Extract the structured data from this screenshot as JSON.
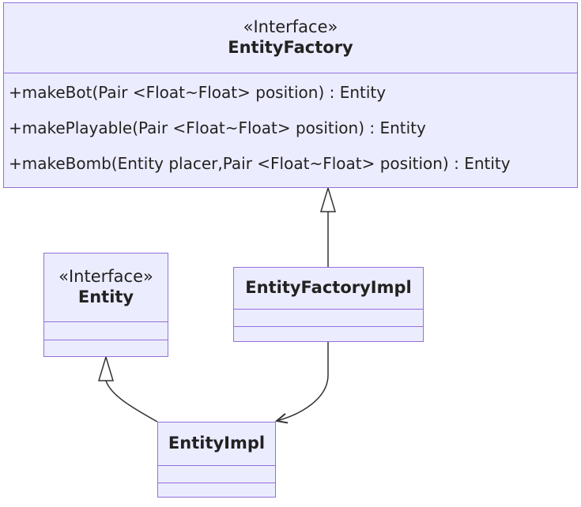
{
  "classes": {
    "entity_factory": {
      "stereotype": "«Interface»",
      "name": "EntityFactory",
      "methods": [
        "+makeBot(Pair <Float~Float> position) : Entity",
        "+makePlayable(Pair <Float~Float> position) : Entity",
        "+makeBomb(Entity placer,Pair <Float~Float> position) : Entity"
      ]
    },
    "entity": {
      "stereotype": "«Interface»",
      "name": "Entity"
    },
    "entity_factory_impl": {
      "name": "EntityFactoryImpl"
    },
    "entity_impl": {
      "name": "EntityImpl"
    }
  },
  "relations": [
    {
      "type": "realization",
      "from": "EntityFactoryImpl",
      "to": "EntityFactory"
    },
    {
      "type": "realization",
      "from": "EntityImpl",
      "to": "Entity"
    },
    {
      "type": "dependency",
      "from": "EntityFactoryImpl",
      "to": "EntityImpl"
    }
  ],
  "colors": {
    "box_fill": "#ECECFF",
    "box_border": "#9370DB",
    "edge": "#333333",
    "text": "#222222"
  }
}
